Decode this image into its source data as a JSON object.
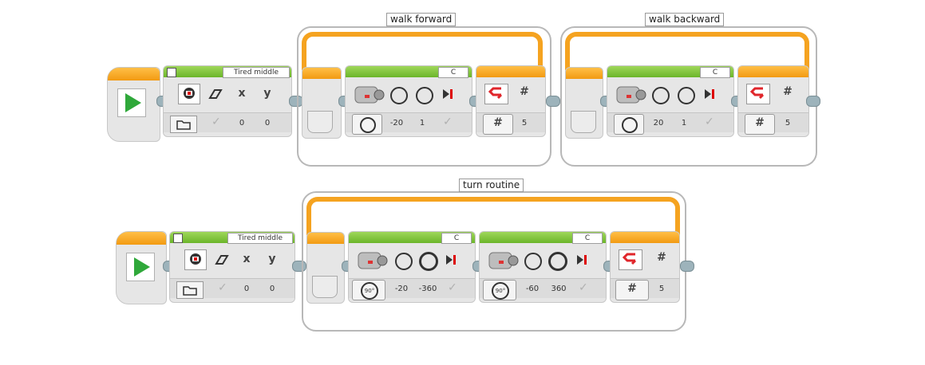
{
  "program": {
    "row1": {
      "display_block": {
        "label": "Tired middle",
        "x_label": "x",
        "y_label": "y",
        "x_value": "0",
        "y_value": "0"
      },
      "loops": [
        {
          "title": "walk forward",
          "motor": {
            "port": "C",
            "power": "-20",
            "rotations": "1"
          },
          "count": {
            "symbol": "#",
            "value": "5"
          }
        },
        {
          "title": "walk backward",
          "motor": {
            "port": "C",
            "power": "20",
            "rotations": "1"
          },
          "count": {
            "symbol": "#",
            "value": "5"
          }
        }
      ]
    },
    "row2": {
      "display_block": {
        "label": "Tired middle",
        "x_label": "x",
        "y_label": "y",
        "x_value": "0",
        "y_value": "0"
      },
      "loop": {
        "title": "turn routine",
        "motors": [
          {
            "port": "C",
            "power": "-20",
            "degrees": "-360",
            "mode_label": "90°"
          },
          {
            "port": "C",
            "power": "-60",
            "degrees": "360",
            "mode_label": "90°"
          }
        ],
        "count": {
          "symbol": "#",
          "value": "5"
        }
      }
    }
  },
  "icons": {
    "start": "play-icon",
    "display": "display-icon",
    "eraser": "eraser-icon",
    "folder": "folder-icon",
    "motor": "large-motor-icon",
    "loop_count": "loop-count-icon"
  },
  "colors": {
    "green_header": "#7cc13a",
    "orange_header": "#f5a320",
    "wire": "#8fa5ad",
    "loop_border": "#b8b8b8",
    "play": "#2fa83a",
    "loop_arrow": "#e0262b"
  }
}
